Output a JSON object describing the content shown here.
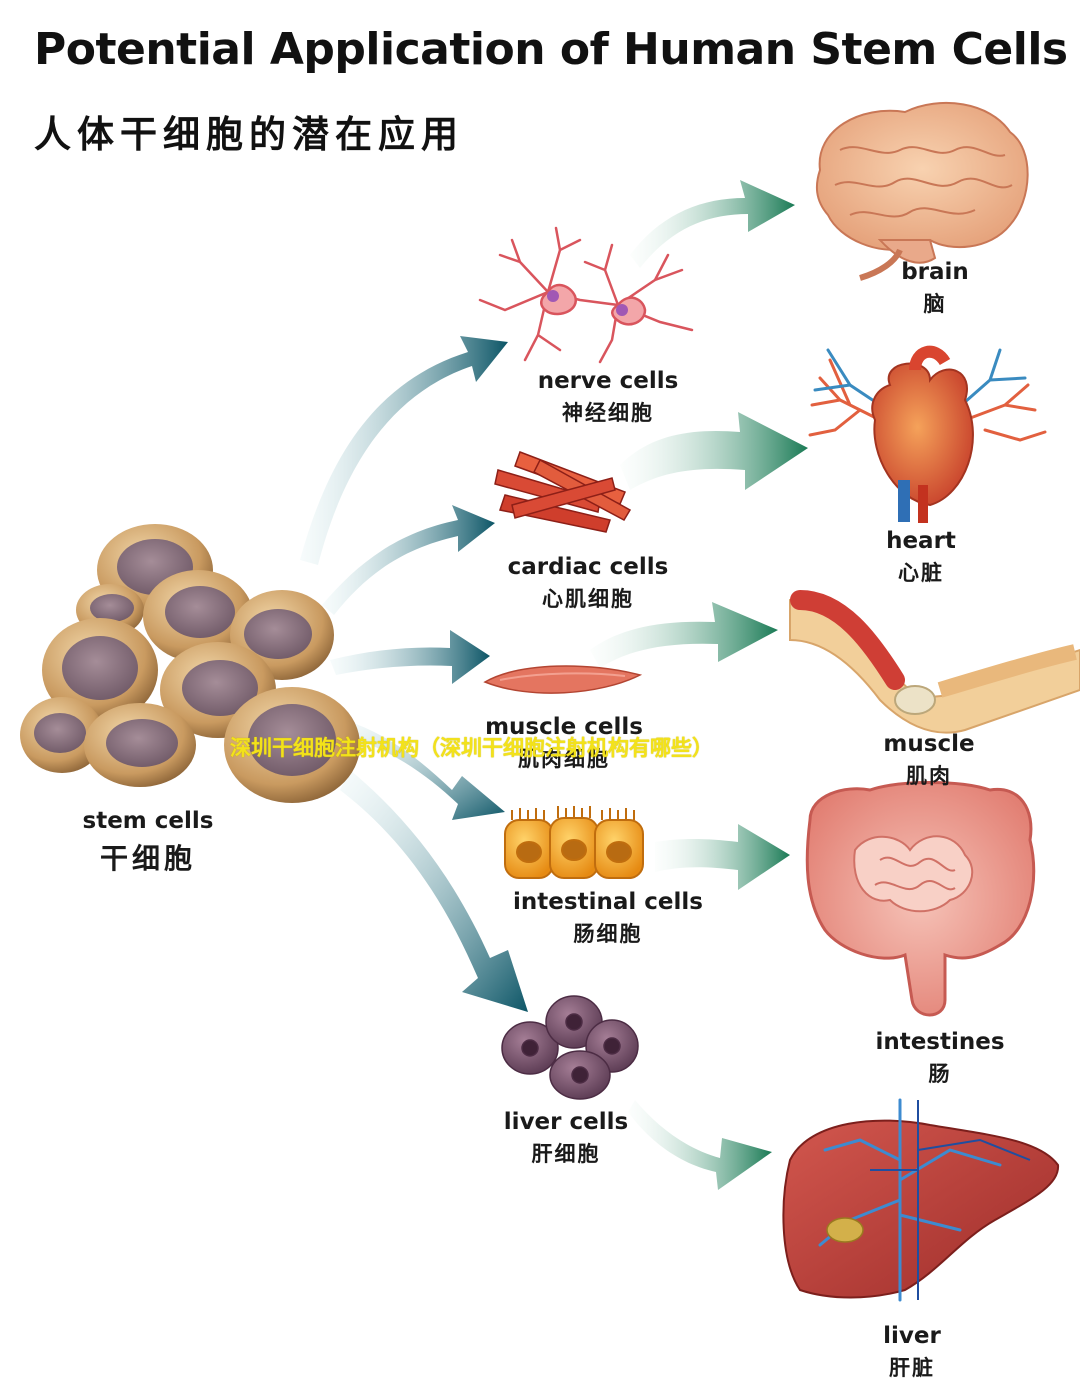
{
  "header": {
    "title": "Potential Application of Human Stem Cells",
    "subtitle": "人体干细胞的潜在应用"
  },
  "stem": {
    "en": "stem cells",
    "zh": "干细胞"
  },
  "cells": [
    {
      "en": "nerve cells",
      "zh": "神经细胞"
    },
    {
      "en": "cardiac cells",
      "zh": "心肌细胞"
    },
    {
      "en": "muscle cells",
      "zh": "肌肉细胞"
    },
    {
      "en": "intestinal cells",
      "zh": "肠细胞"
    },
    {
      "en": "liver cells",
      "zh": "肝细胞"
    }
  ],
  "organs": [
    {
      "en": "brain",
      "zh": "脑"
    },
    {
      "en": "heart",
      "zh": "心脏"
    },
    {
      "en": "muscle",
      "zh": "肌肉"
    },
    {
      "en": "intestines",
      "zh": "肠"
    },
    {
      "en": "liver",
      "zh": "肝脏"
    }
  ],
  "watermark": "深圳干细胞注射机构（深圳干细胞注射机构有哪些）",
  "colors": {
    "arrow_teal": "#0f5f72",
    "arrow_green": "#1a7d57",
    "cell_tan": "#c9a06a",
    "nucleus": "#8a7180"
  }
}
